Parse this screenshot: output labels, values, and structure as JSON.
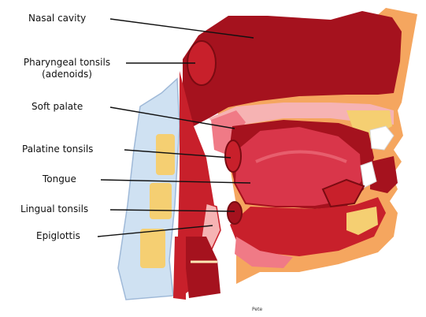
{
  "labels": {
    "nasal_cavity": "Nasal cavity",
    "pharyngeal_tonsils_line1": "Pharyngeal tonsils",
    "pharyngeal_tonsils_line2": "(adenoids)",
    "soft_palate": "Soft palate",
    "palatine_tonsils": "Palatine tonsils",
    "tongue": "Tongue",
    "lingual_tonsils": "Lingual tonsils",
    "epiglottis": "Epiglottis"
  },
  "signature": "Pete",
  "colors": {
    "tissue_dark": "#a5121e",
    "tissue_red": "#c8202b",
    "tissue_pink": "#f07a86",
    "tissue_light_pink": "#f6b3b3",
    "tongue": "#d9364a",
    "bone_yellow": "#f5cf72",
    "bone_light": "#fde9b6",
    "spine_blue": "#cfe1f2",
    "skin_orange": "#f5a65f",
    "leader_line": "#111111"
  }
}
